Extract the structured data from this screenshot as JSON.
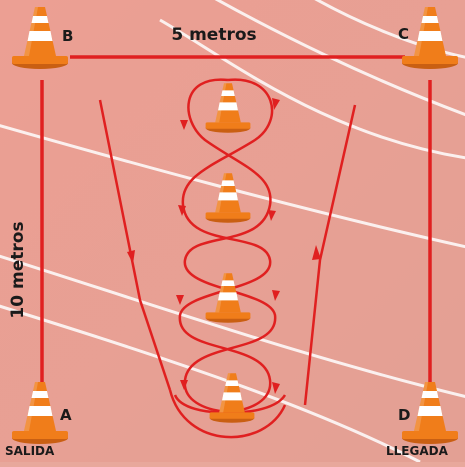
{
  "diagram": {
    "distance_top": "5 metros",
    "distance_side": "10 metros",
    "points": {
      "a": "A",
      "b": "B",
      "c": "C",
      "d": "D"
    },
    "start_label": "SALIDA",
    "finish_label": "LLEGADA"
  },
  "colors": {
    "track": "#e8a89c",
    "track_lines": "#ffffff",
    "route": "#e02020",
    "cone_orange": "#f07d1a",
    "cone_stripe": "#ffffff"
  }
}
